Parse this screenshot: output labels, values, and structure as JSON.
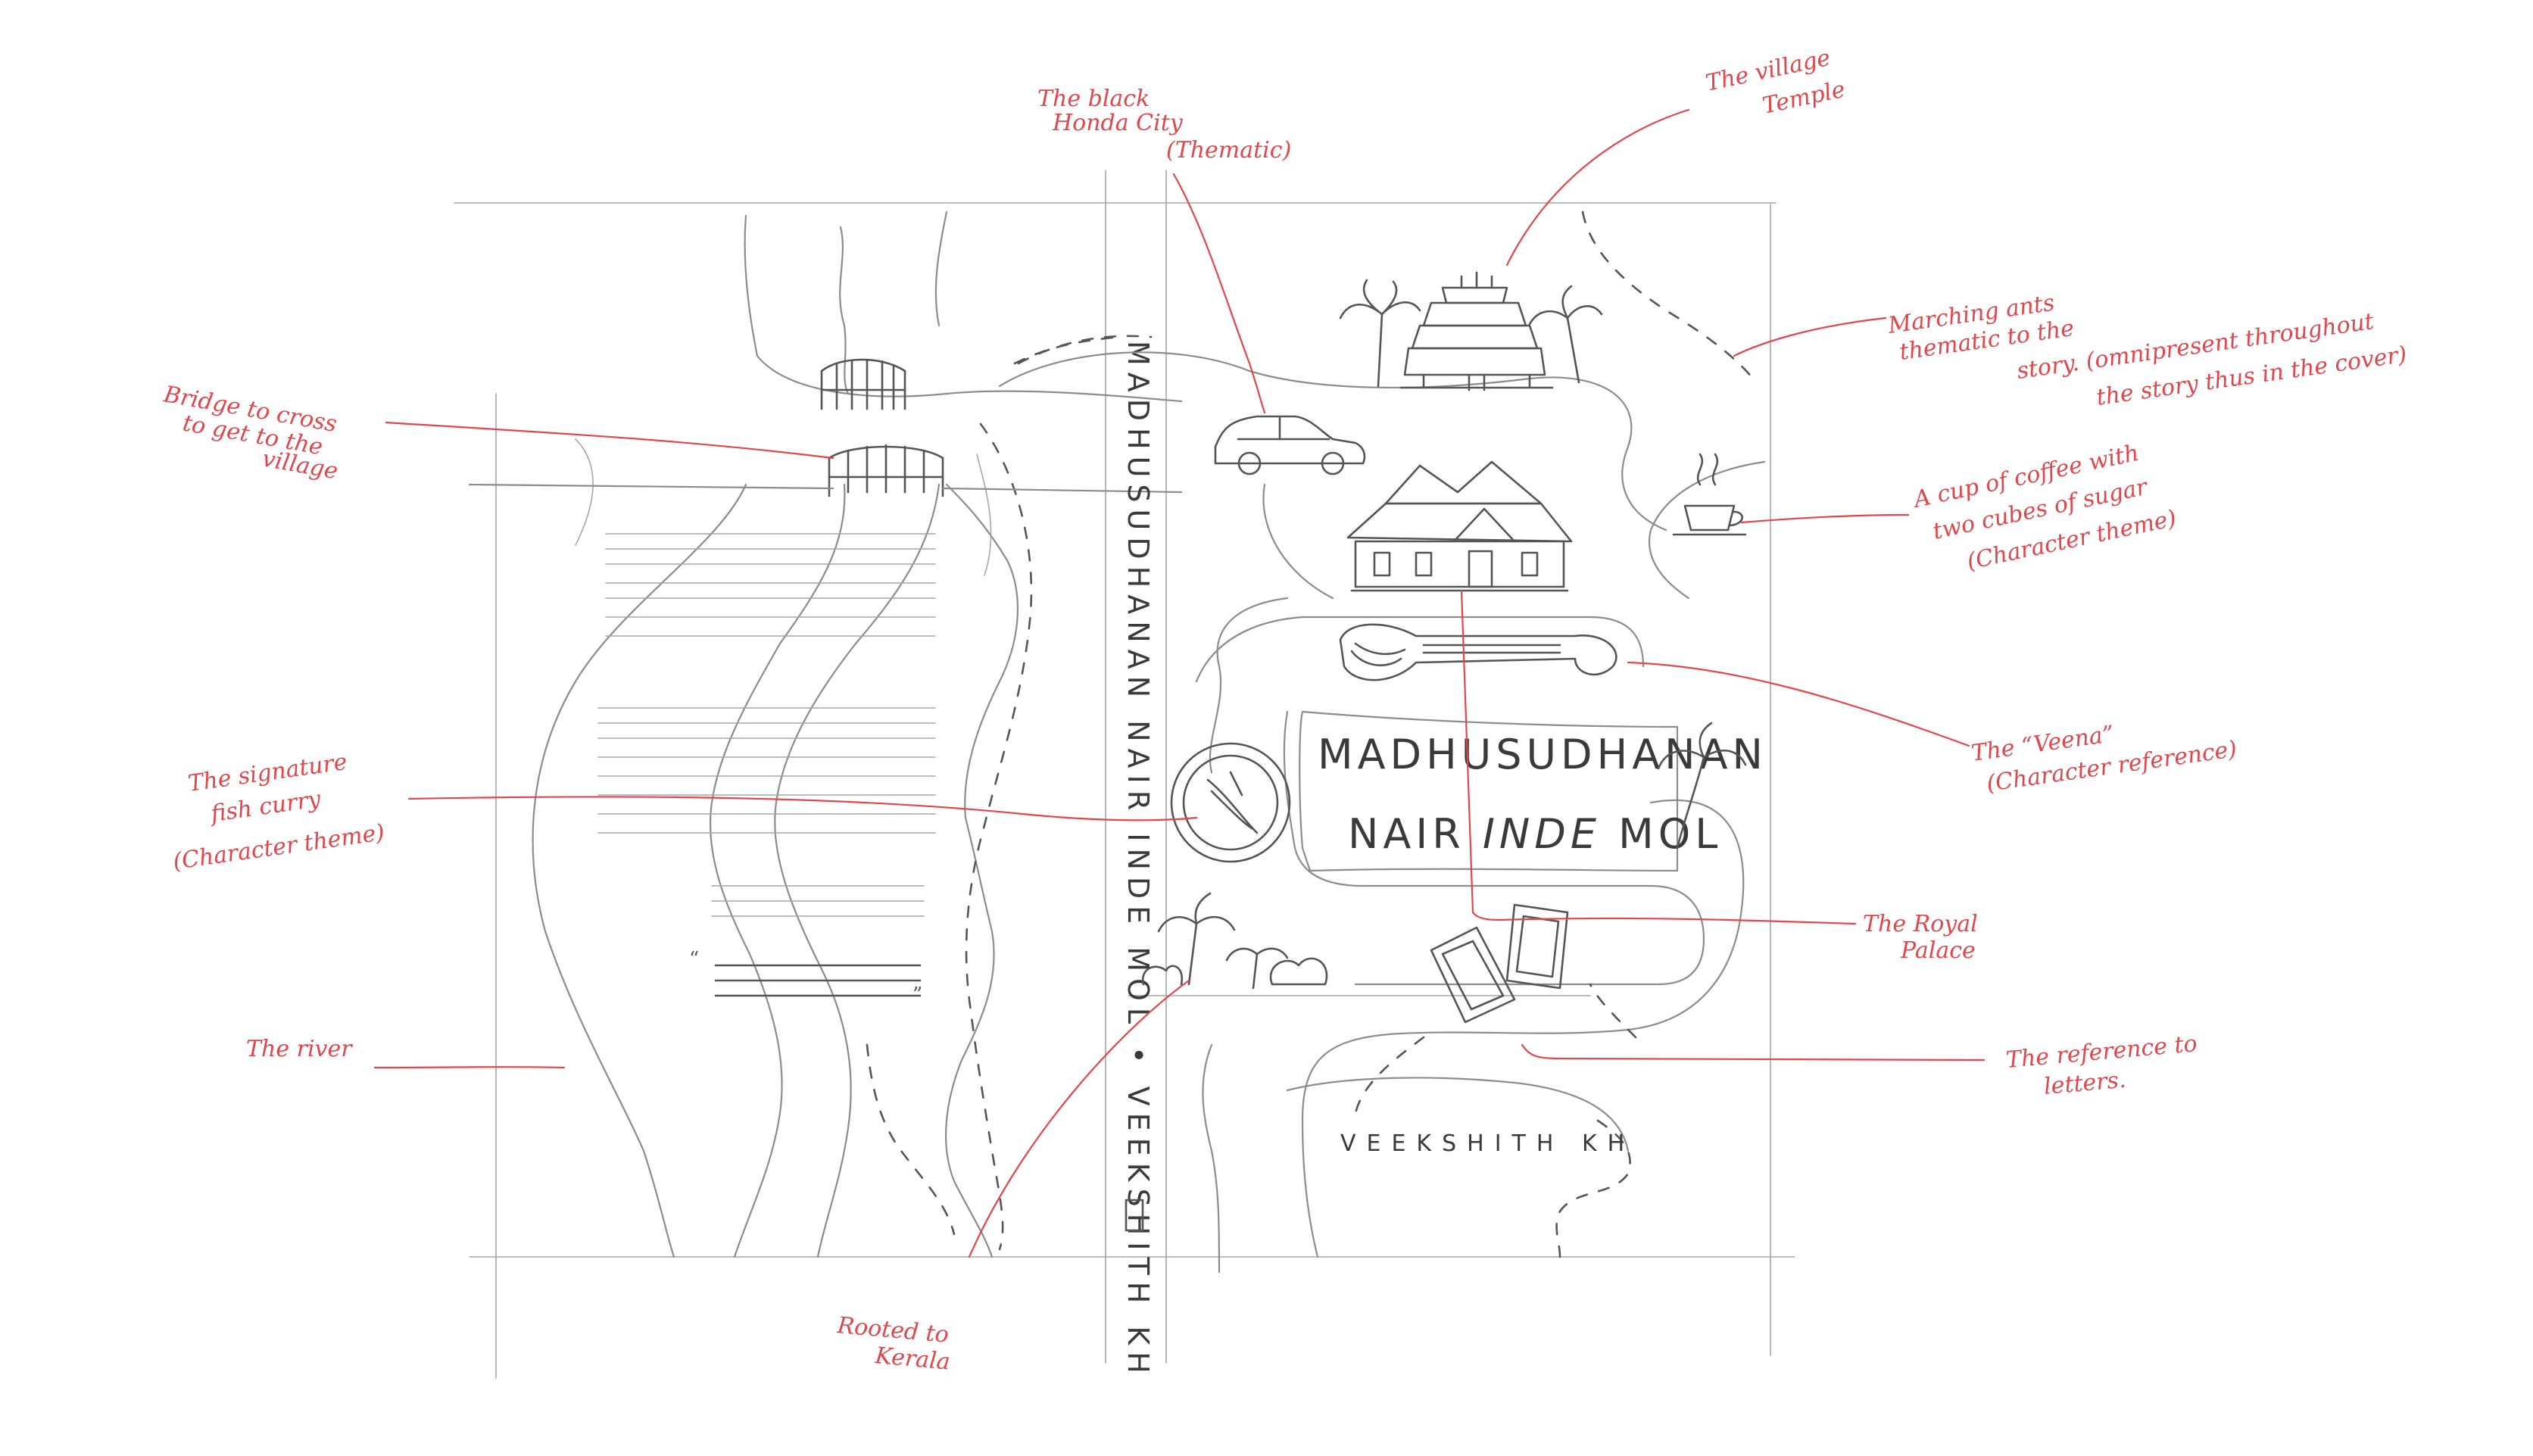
{
  "cover": {
    "title_line1": "MADHUSUDHANAN",
    "title_line2_a": "NAIR ",
    "title_line2_b": "INDE",
    "title_line2_c": " MOL",
    "author": "VEEKSHITH KH",
    "spine": "MADHUSUDHANAN NAIR INDE MOL • VEEKSHITH KH",
    "quote_open": "“",
    "quote_close": "”"
  },
  "annotations": {
    "car": [
      "The black",
      "Honda City",
      "(Thematic)"
    ],
    "temple": [
      "The village",
      "Temple"
    ],
    "ants": [
      "Marching ants",
      "thematic to the",
      "story. (omnipresent throughout",
      "the story thus in the cover)"
    ],
    "bridge": [
      "Bridge to cross",
      "to get to the",
      "village"
    ],
    "coffee": [
      "A cup of coffee with",
      "two cubes of sugar",
      "(Character theme)"
    ],
    "veena": [
      "The “Veena”",
      "(Character reference)"
    ],
    "fish": [
      "The signature",
      "fish curry",
      "(Character theme)"
    ],
    "palace": [
      "The Royal",
      "Palace"
    ],
    "river": [
      "The river"
    ],
    "letters": [
      "The reference to",
      "letters."
    ],
    "kerala": [
      "Rooted to",
      "Kerala"
    ]
  },
  "colors": {
    "annotation": "#e0474c",
    "pencil": "#8c8c8c",
    "pencil_dark": "#555555"
  }
}
